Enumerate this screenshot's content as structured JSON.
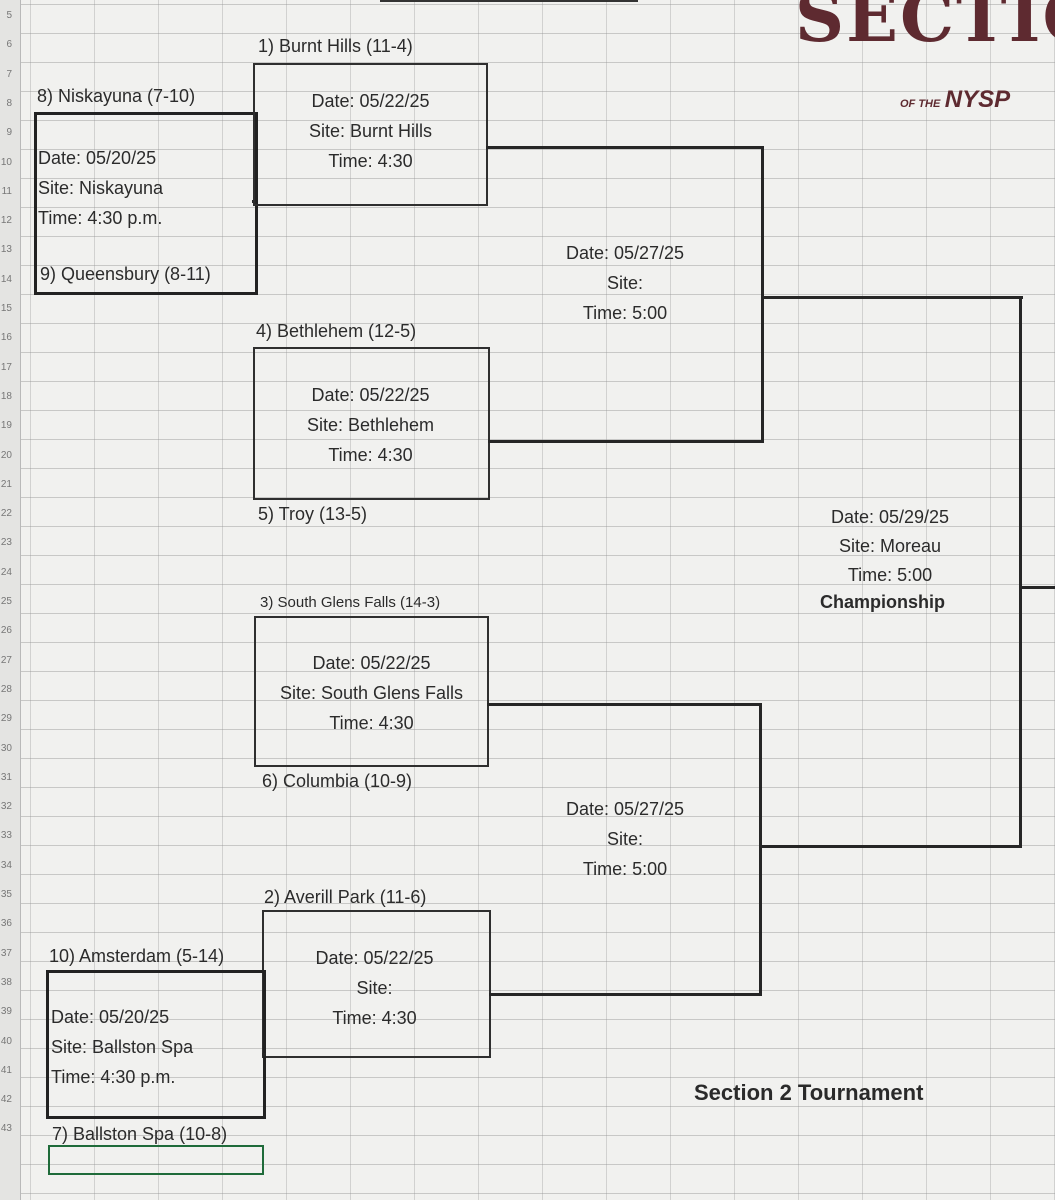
{
  "row_numbers": [
    "5",
    "6",
    "7",
    "8",
    "9",
    "10",
    "11",
    "12",
    "13",
    "14",
    "15",
    "16",
    "17",
    "18",
    "19",
    "20",
    "21",
    "22",
    "23",
    "24",
    "25",
    "26",
    "27",
    "28",
    "29",
    "30",
    "31",
    "32",
    "33",
    "34",
    "35",
    "36",
    "37",
    "38",
    "39",
    "40",
    "41",
    "42",
    "43"
  ],
  "logo": {
    "top_text": "SECTIO",
    "of_the": "OF THE",
    "org": "NYSP"
  },
  "left_matchup_top": {
    "team_a": "8) Niskayuna (7-10)",
    "date": "Date: 05/20/25",
    "site": "Site: Niskayuna",
    "time": "Time: 4:30 p.m.",
    "team_b": "9) Queensbury (8-11)"
  },
  "left_matchup_bottom": {
    "team_a": "10) Amsterdam (5-14)",
    "date": "Date: 05/20/25",
    "site": "Site: Ballston Spa",
    "time": "Time: 4:30 p.m.",
    "team_b": "7) Ballston Spa (10-8)"
  },
  "quarterfinals": [
    {
      "team_top": "1) Burnt Hills (11-4)",
      "date": "Date: 05/22/25",
      "site": "Site: Burnt Hills",
      "time": "Time: 4:30"
    },
    {
      "team_top": "4) Bethlehem (12-5)",
      "date": "Date: 05/22/25",
      "site": "Site: Bethlehem",
      "time": "Time: 4:30",
      "team_bottom": "5) Troy (13-5)"
    },
    {
      "team_top": "3) South Glens Falls (14-3)",
      "date": "Date: 05/22/25",
      "site": "Site: South Glens Falls",
      "time": "Time: 4:30",
      "team_bottom": "6) Columbia (10-9)"
    },
    {
      "team_top": "2) Averill Park (11-6)",
      "date": "Date: 05/22/25",
      "site": "Site:",
      "time": "Time: 4:30"
    }
  ],
  "semifinals": [
    {
      "date": "Date: 05/27/25",
      "site": "Site:",
      "time": "Time: 5:00"
    },
    {
      "date": "Date: 05/27/25",
      "site": "Site:",
      "time": "Time: 5:00"
    }
  ],
  "final": {
    "date": "Date: 05/29/25",
    "site": "Site: Moreau",
    "time": "Time: 5:00",
    "label": "Championship"
  },
  "sheet_title": "Section 2 Tournament"
}
